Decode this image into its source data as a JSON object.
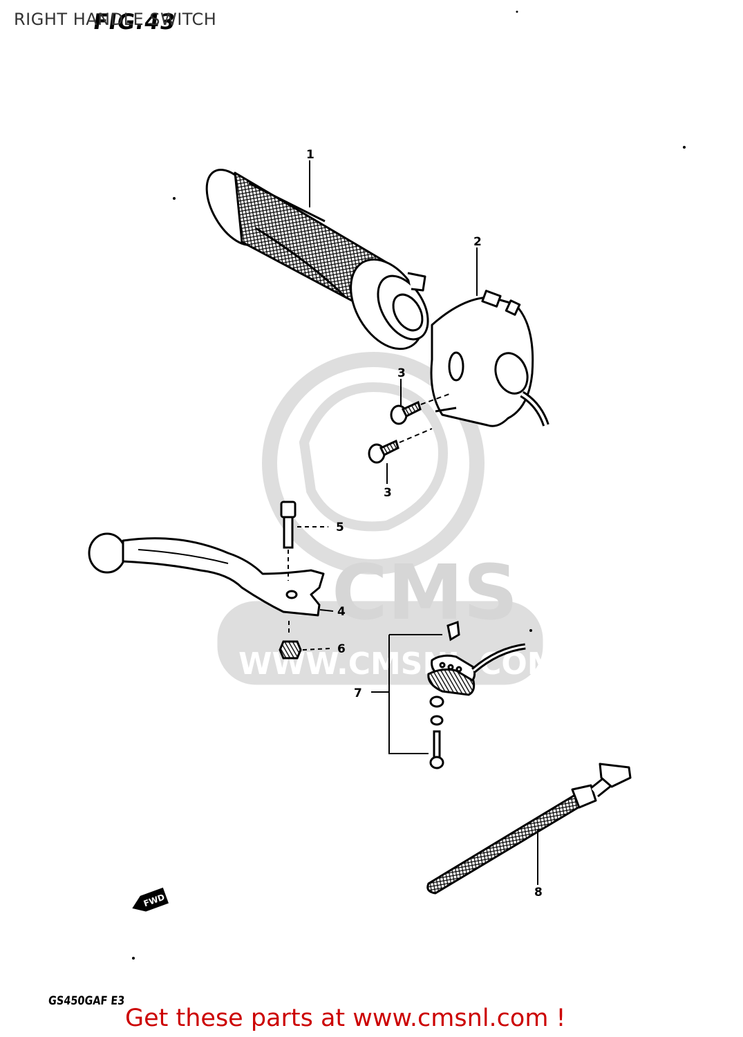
{
  "header": {
    "title": "RIGHT HANDLE SWITCH",
    "figure_label": "FIG.43"
  },
  "watermark": {
    "brand": "CMS",
    "url": "WWW.CMSNL.COM"
  },
  "callouts": {
    "grip": "1",
    "switch_housing": "2",
    "screw_upper": "3",
    "screw_lower": "3",
    "lever": "4",
    "bolt": "5",
    "nut": "6",
    "stop_switch_set": "7",
    "clamp_band": "8"
  },
  "direction_marker": "FWD",
  "model_code": "GS450GAF E3",
  "footer": {
    "cta": "Get these parts at www.cmsnl.com !"
  },
  "colors": {
    "line": "#000000",
    "watermark": "#dddddd",
    "footer": "#cc0000"
  }
}
